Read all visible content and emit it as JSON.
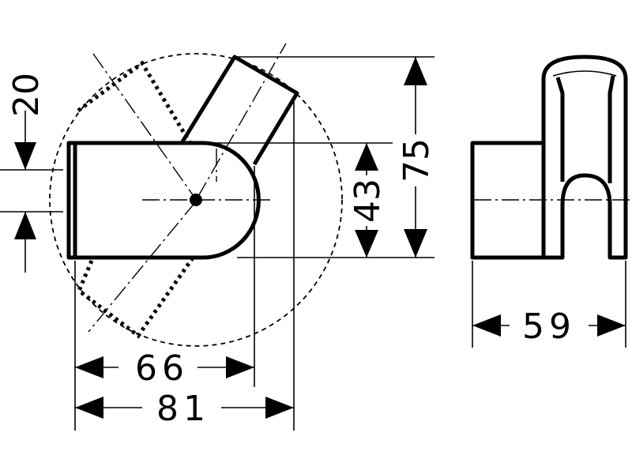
{
  "dimensions": {
    "height_20": "20",
    "height_43": "43",
    "height_75": "75",
    "width_66": "66",
    "width_81": "81",
    "width_59": "59"
  }
}
